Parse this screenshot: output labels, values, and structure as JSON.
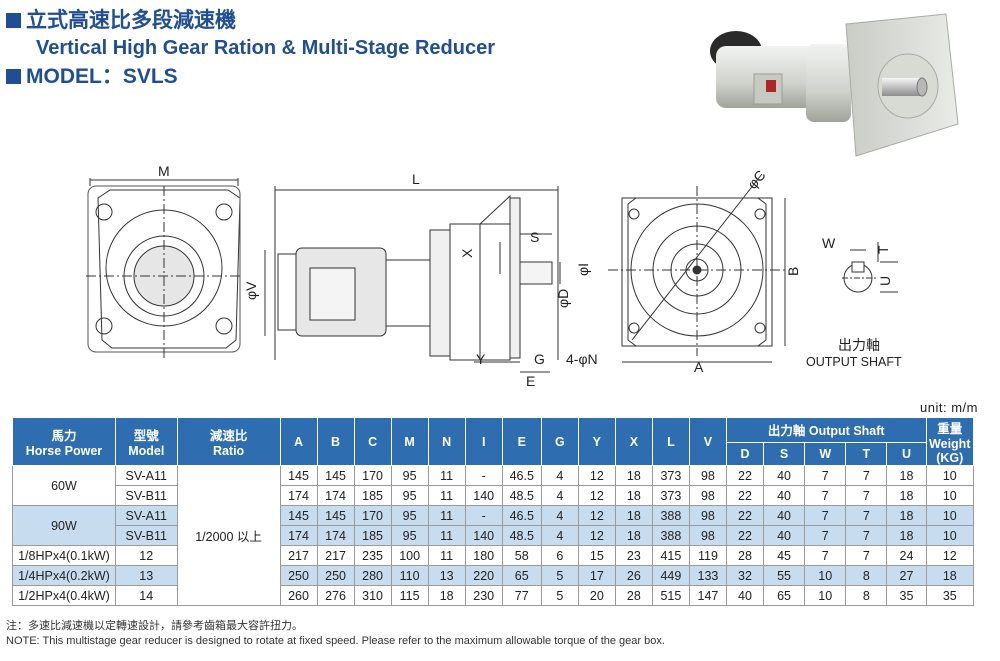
{
  "title": {
    "zh": "立式高速比多段減速機",
    "en": "Vertical High Gear Ration & Multi-Stage Reducer",
    "model": "MODEL：SVLS"
  },
  "drawing": {
    "labels": {
      "M": "M",
      "L": "L",
      "C": "φC",
      "V": "φV",
      "X": "X",
      "S": "S",
      "I": "φI",
      "D": "φD",
      "Y": "Y",
      "G": "G",
      "E": "E",
      "N": "4-φN",
      "A": "A",
      "B": "B",
      "W": "W",
      "T": "T",
      "U": "U"
    },
    "output_shaft_zh": "出力軸",
    "output_shaft_en": "OUTPUT SHAFT"
  },
  "unit": "unit: m/m",
  "table": {
    "header": {
      "hp_zh": "馬力",
      "hp_en": "Horse Power",
      "model_zh": "型號",
      "model_en": "Model",
      "ratio_zh": "減速比",
      "ratio_en": "Ratio",
      "dims": [
        "A",
        "B",
        "C",
        "M",
        "N",
        "I",
        "E",
        "G",
        "Y",
        "X",
        "L",
        "V"
      ],
      "output_shaft": "出力軸 Output Shaft",
      "shaft_cols": [
        "D",
        "S",
        "W",
        "T",
        "U"
      ],
      "weight_zh": "重量",
      "weight_en": "Weight",
      "weight_unit": "(KG)"
    },
    "ratio": "1/2000 以上",
    "hp_groups": [
      "60W",
      "90W",
      "1/8HPx4(0.1kW)",
      "1/4HPx4(0.2kW)",
      "1/2HPx4(0.4kW)"
    ],
    "rows": [
      [
        "SV-A11",
        "145",
        "145",
        "170",
        "95",
        "11",
        "-",
        "46.5",
        "4",
        "12",
        "18",
        "373",
        "98",
        "22",
        "40",
        "7",
        "7",
        "18",
        "10"
      ],
      [
        "SV-B11",
        "174",
        "174",
        "185",
        "95",
        "11",
        "140",
        "48.5",
        "4",
        "12",
        "18",
        "373",
        "98",
        "22",
        "40",
        "7",
        "7",
        "18",
        "10"
      ],
      [
        "SV-A11",
        "145",
        "145",
        "170",
        "95",
        "11",
        "-",
        "46.5",
        "4",
        "12",
        "18",
        "388",
        "98",
        "22",
        "40",
        "7",
        "7",
        "18",
        "10"
      ],
      [
        "SV-B11",
        "174",
        "174",
        "185",
        "95",
        "11",
        "140",
        "48.5",
        "4",
        "12",
        "18",
        "388",
        "98",
        "22",
        "40",
        "7",
        "7",
        "18",
        "10"
      ],
      [
        "12",
        "217",
        "217",
        "235",
        "100",
        "11",
        "180",
        "58",
        "6",
        "15",
        "23",
        "415",
        "119",
        "28",
        "45",
        "7",
        "7",
        "24",
        "12"
      ],
      [
        "13",
        "250",
        "250",
        "280",
        "110",
        "13",
        "220",
        "65",
        "5",
        "17",
        "26",
        "449",
        "133",
        "32",
        "55",
        "10",
        "8",
        "27",
        "18"
      ],
      [
        "14",
        "260",
        "276",
        "310",
        "115",
        "18",
        "230",
        "77",
        "5",
        "20",
        "28",
        "515",
        "147",
        "40",
        "65",
        "10",
        "8",
        "35",
        "35"
      ]
    ]
  },
  "notes": {
    "zh": "注：多速比減速機以定轉速設計，請參考齒箱最大容許扭力。",
    "en": "NOTE: This multistage gear reducer is designed to rotate at fixed speed.  Please refer to the maximum allowable torque of the gear box."
  }
}
